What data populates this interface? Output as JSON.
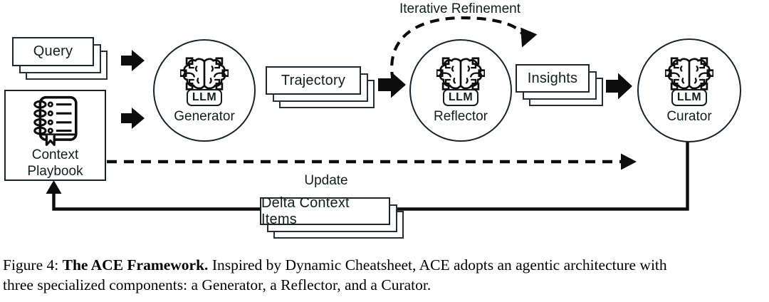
{
  "diagram": {
    "nodes": {
      "query": {
        "label": "Query"
      },
      "context_playbook": {
        "label_line1": "Context",
        "label_line2": "Playbook",
        "icon": "notebook-icon"
      },
      "generator": {
        "label": "Generator",
        "badge": "LLM",
        "icon": "circuit-brain-icon"
      },
      "trajectory": {
        "label": "Trajectory"
      },
      "reflector": {
        "label": "Reflector",
        "badge": "LLM",
        "icon": "circuit-brain-icon"
      },
      "insights": {
        "label": "Insights"
      },
      "curator": {
        "label": "Curator",
        "badge": "LLM",
        "icon": "circuit-brain-icon"
      },
      "delta_context_items": {
        "label": "Delta Context Items"
      }
    },
    "edges": {
      "iterative_refinement": {
        "label": "Iterative Refinement",
        "style": "dashed-arc"
      },
      "update": {
        "label": "Update",
        "style": "dashed"
      },
      "delta_return": {
        "style": "solid"
      }
    },
    "colors": {
      "line": "#0d0d0d",
      "node_border": "#16252d",
      "stack_border": "#223039",
      "background": "#ffffff",
      "text": "#10201c"
    }
  },
  "caption": {
    "figure_label": "Figure 4:",
    "title_bold": "The ACE Framework.",
    "body_line1": "Inspired by Dynamic Cheatsheet, ACE adopts an agentic architecture with",
    "body_line2": "three specialized components: a Generator, a Reflector, and a Curator."
  }
}
